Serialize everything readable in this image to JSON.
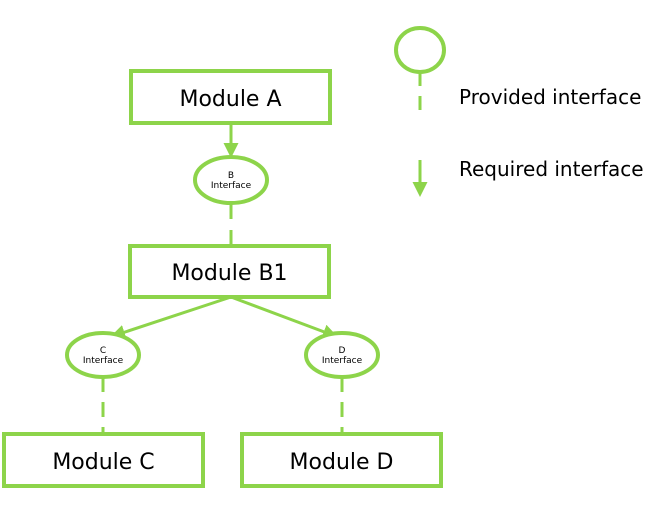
{
  "colors": {
    "accent": "#8dd44a",
    "text": "#000000",
    "background": "#ffffff"
  },
  "modules": {
    "a": "Module A",
    "b1": "Module B1",
    "c": "Module C",
    "d": "Module D"
  },
  "interfaces": {
    "b": {
      "letter": "B",
      "word": "Interface"
    },
    "c": {
      "letter": "C",
      "word": "Interface"
    },
    "d": {
      "letter": "D",
      "word": "Interface"
    }
  },
  "legend": {
    "provided": "Provided interface",
    "required": "Required interface"
  }
}
